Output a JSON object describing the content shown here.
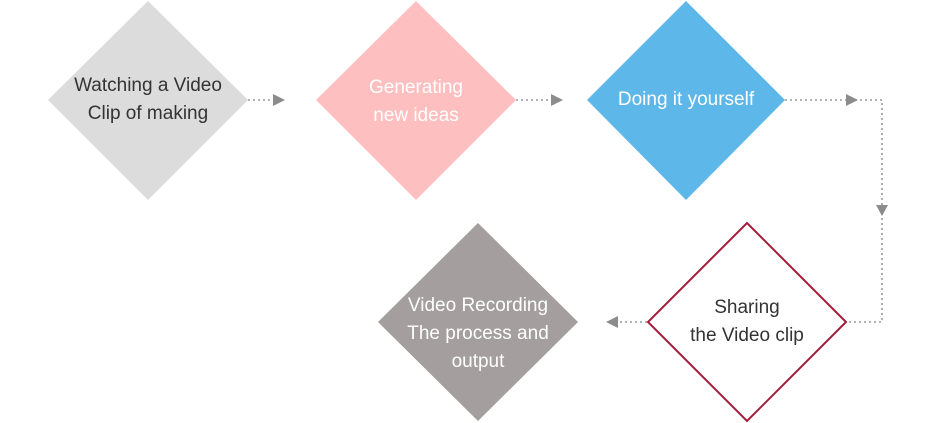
{
  "steps": [
    {
      "id": "watching",
      "label": "Watching a Video\nClip of making",
      "fill": "#dcdcdc",
      "stroke": "none",
      "text_color": "#333333"
    },
    {
      "id": "generating",
      "label": "Generating\nnew ideas",
      "fill": "#fdbfbf",
      "stroke": "none",
      "text_color": "#ffffff"
    },
    {
      "id": "doing",
      "label": "Doing it yourself",
      "fill": "#5db7e8",
      "stroke": "none",
      "text_color": "#ffffff"
    },
    {
      "id": "sharing",
      "label": "Sharing\nthe Video clip",
      "fill": "#ffffff",
      "stroke": "#a31d3a",
      "text_color": "#333333"
    },
    {
      "id": "recording",
      "label": "Video Recording\nThe process and\noutput",
      "fill": "#a49e9e",
      "stroke": "none",
      "text_color": "#ffffff"
    }
  ],
  "connector_color": "#999999",
  "arrow_color": "#8c8c8c"
}
